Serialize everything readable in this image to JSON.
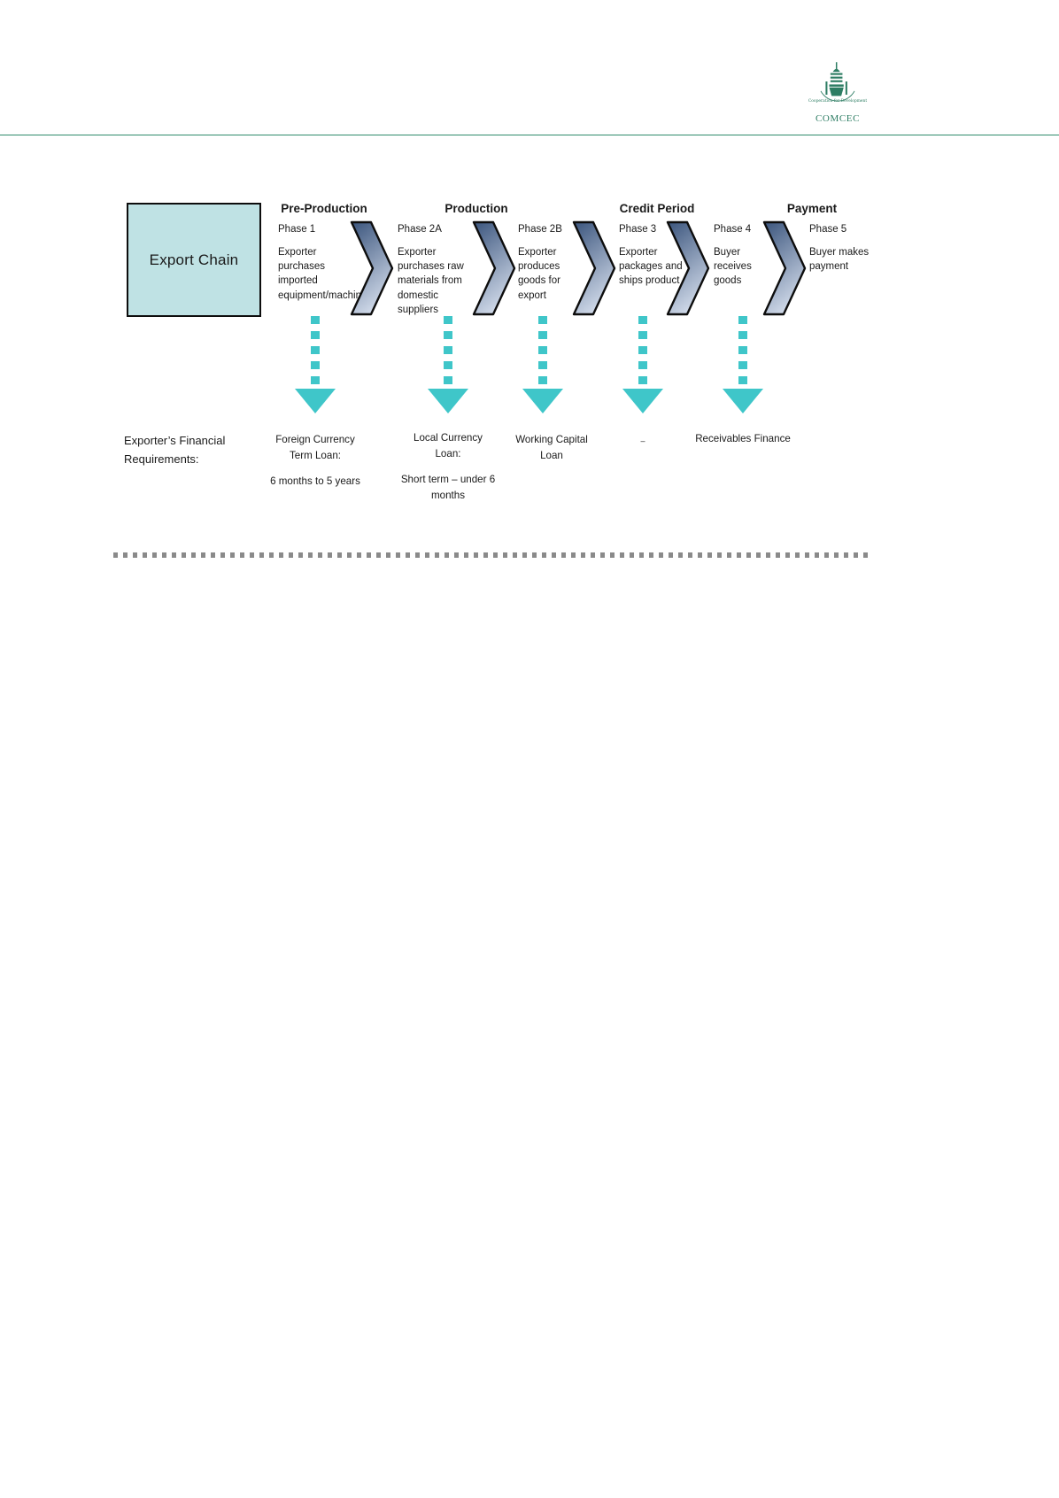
{
  "header": {
    "logo_icon": "comcec-crescent-logo",
    "logo_text": "COMCEC"
  },
  "diagram": {
    "title_box": "Export Chain",
    "stages": [
      {
        "label": "Pre-Production"
      },
      {
        "label": "Production"
      },
      {
        "label": "Credit Period"
      },
      {
        "label": "Payment"
      }
    ],
    "phases": [
      {
        "name": "Phase 1",
        "desc": "Exporter purchases imported equipment/machinery"
      },
      {
        "name": "Phase 2A",
        "desc": "Exporter purchases raw materials from domestic suppliers"
      },
      {
        "name": "Phase 2B",
        "desc": "Exporter produces goods for export"
      },
      {
        "name": "Phase 3",
        "desc": "Exporter packages and ships product"
      },
      {
        "name": "Phase 4",
        "desc": "Buyer receives goods"
      },
      {
        "name": "Phase 5",
        "desc": "Buyer makes payment"
      }
    ],
    "requirements_heading": "Exporter’s Financial Requirements:",
    "requirements": [
      {
        "title": "Foreign Currency Term Loan:",
        "sub": "6 months to 5 years"
      },
      {
        "title": "Local Currency Loan:",
        "sub": "Short term – under 6 months"
      },
      {
        "title": "Working Capital Loan",
        "sub": ""
      },
      {
        "title": "–",
        "sub": ""
      },
      {
        "title": "Receivables Finance",
        "sub": ""
      }
    ],
    "colors": {
      "box_fill": "#bfe2e4",
      "box_border": "#0d0d0d",
      "chevron_dark": "#3b557d",
      "chevron_light": "#c8d3e4",
      "arrow_teal": "#3fc6c9",
      "header_rule": "#2e8b6b",
      "logo_green": "#2d7d63"
    }
  }
}
